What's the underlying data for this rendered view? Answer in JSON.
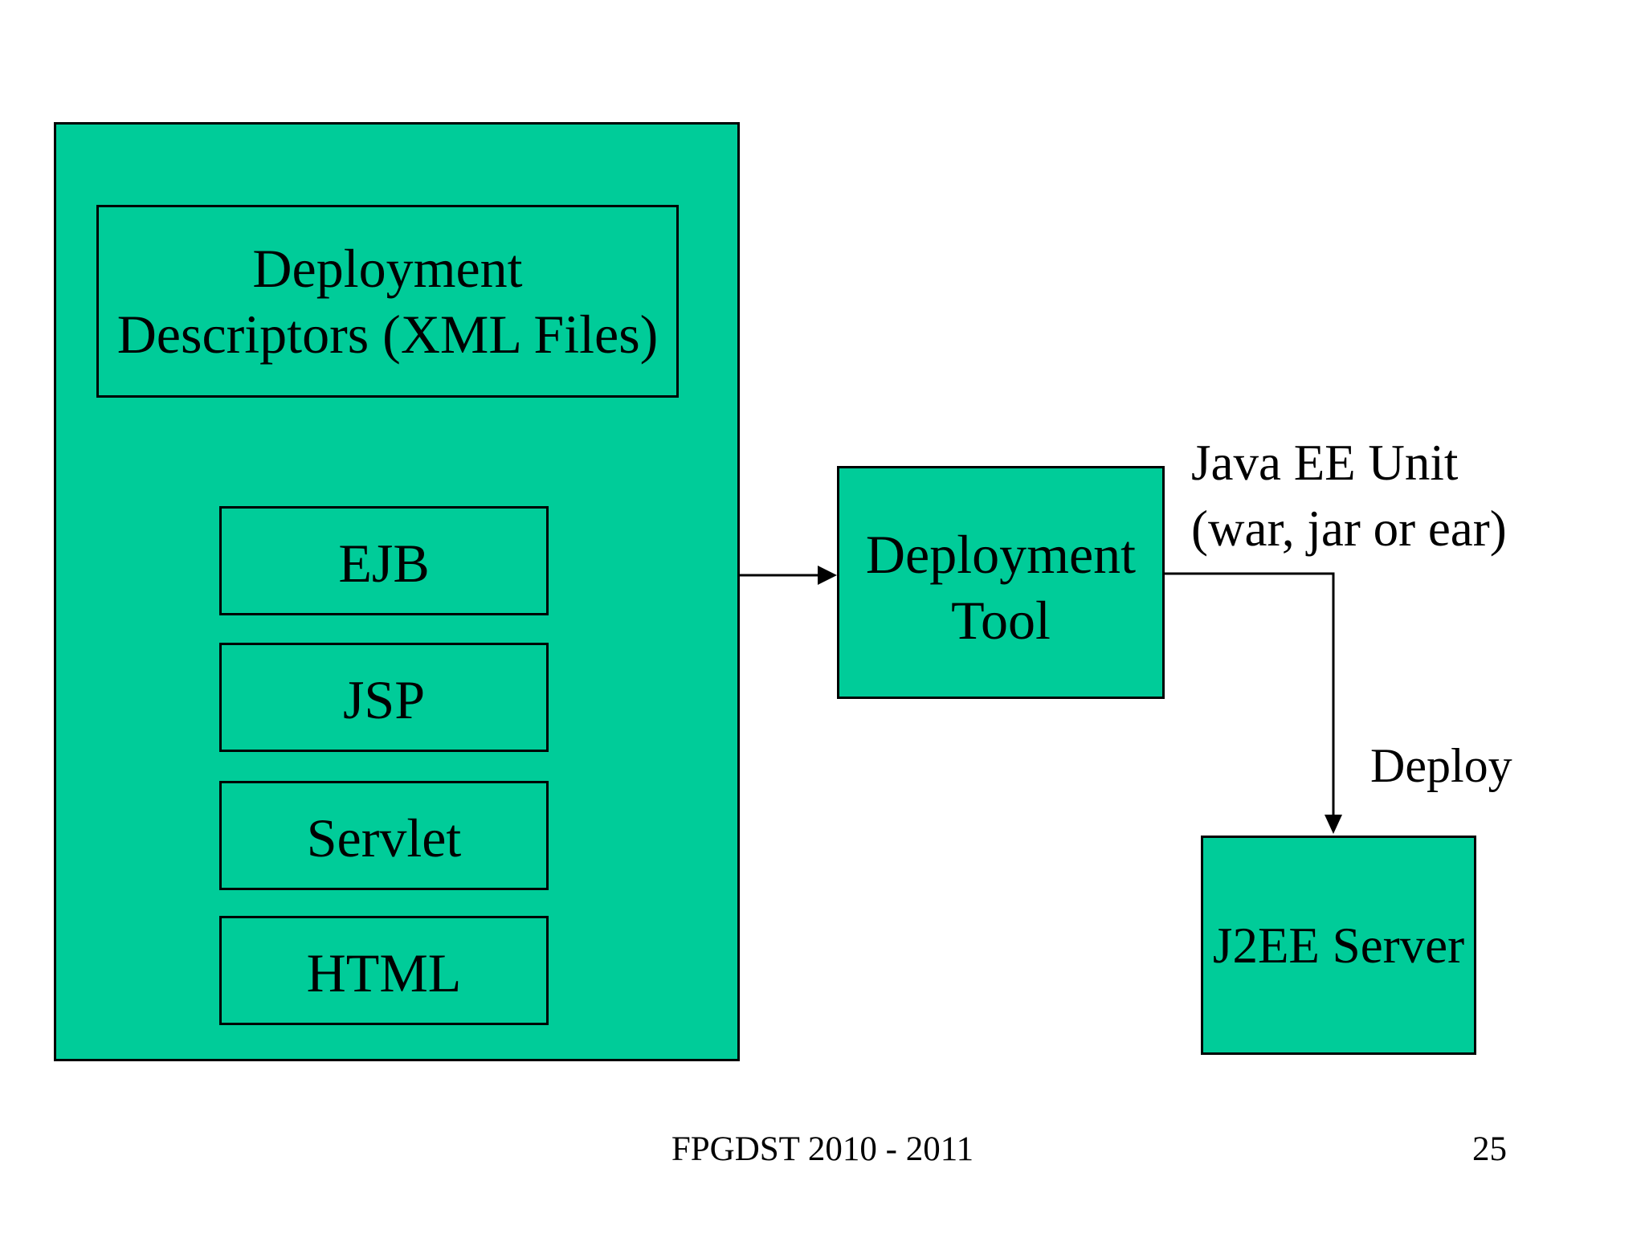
{
  "colors": {
    "background": "#ffffff",
    "node_fill": "#00cc99",
    "line": "#000000",
    "text": "#000000"
  },
  "diagram": {
    "descriptors_panel": {
      "title_line1": "Deployment",
      "title_line2": "Descriptors (XML Files)",
      "items": [
        "EJB",
        "JSP",
        "Servlet",
        "HTML"
      ]
    },
    "deployment_tool": {
      "label_line1": "Deployment",
      "label_line2": "Tool"
    },
    "j2ee_server": {
      "label": "J2EE Server"
    },
    "annotations": {
      "java_ee_unit_line1": "Java EE Unit",
      "java_ee_unit_line2": "(war, jar or ear)",
      "deploy": "Deploy"
    }
  },
  "footer": {
    "course_code": "FPGDST 2010 - 2011",
    "page_number": "25"
  }
}
